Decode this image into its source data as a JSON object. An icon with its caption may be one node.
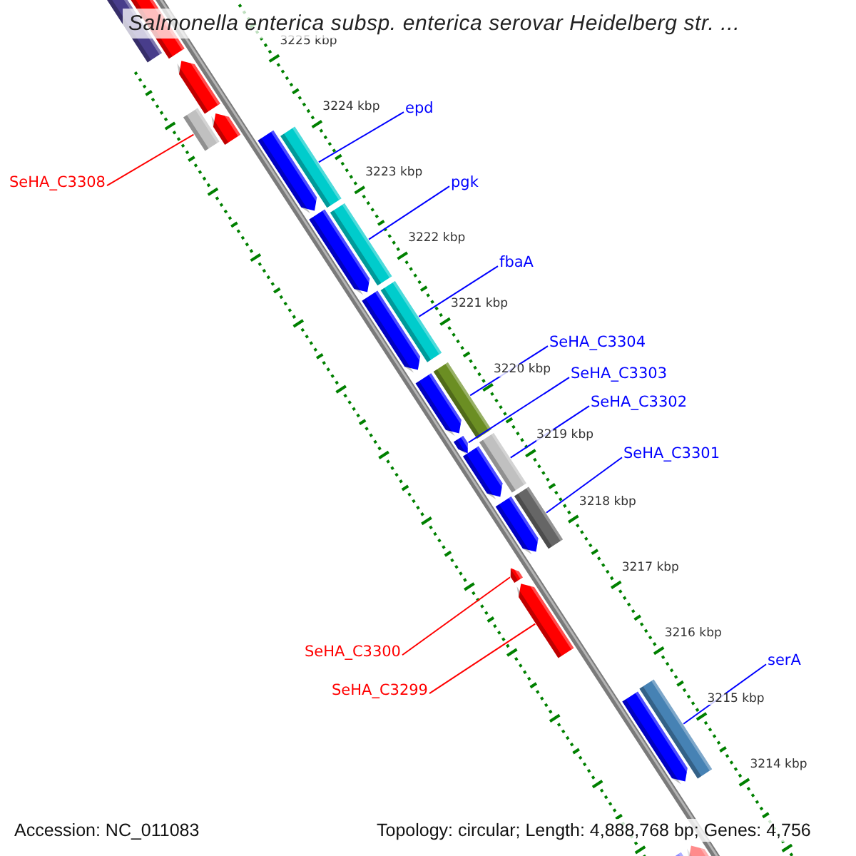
{
  "diagram": {
    "title": "Salmonella enterica subsp. enterica serovar Heidelberg str. ...",
    "nodes": [
      {
        "text": [
          "SeHA_C3308"
        ]
      },
      {
        "text": [
          "epd"
        ]
      },
      {
        "text": [
          "pgk"
        ]
      },
      {
        "text": [
          "fbaA"
        ]
      },
      {
        "text": [
          "SeHA_C3304"
        ]
      },
      {
        "text": [
          "SeHA_C3303"
        ]
      },
      {
        "text": [
          "SeHA_C3302"
        ]
      },
      {
        "text": [
          "SeHA_C3301"
        ]
      },
      {
        "text": [
          "SeHA_C3300"
        ]
      },
      {
        "text": [
          "SeHA_C3299"
        ]
      },
      {
        "text": [
          "serA"
        ]
      },
      {
        "text": [],
        "shape": "box"
      },
      {
        "text": [],
        "shape": "box"
      },
      {
        "text": [],
        "shape": "box"
      },
      {
        "text": [],
        "shape": "box"
      },
      {
        "text": [],
        "shape": "box"
      },
      {
        "text": [],
        "shape": "arrow"
      },
      {
        "text": [],
        "shape": "box"
      },
      {
        "text": [],
        "shape": "box"
      },
      {
        "text": [],
        "shape": "arrow"
      },
      {
        "text": [],
        "shape": "arrow"
      },
      {
        "text": [],
        "shape": "box"
      }
    ],
    "edges": [
      {
        "from": 0,
        "to": 11,
        "arrow": "none",
        "color": "#ff0000"
      },
      {
        "from": 1,
        "to": 12,
        "arrow": "none"
      },
      {
        "from": 2,
        "to": 13,
        "arrow": "none"
      },
      {
        "from": 3,
        "to": 14,
        "arrow": "none"
      },
      {
        "from": 4,
        "to": 15,
        "arrow": "none"
      },
      {
        "from": 5,
        "to": 16,
        "arrow": "none"
      },
      {
        "from": 6,
        "to": 17,
        "arrow": "none"
      },
      {
        "from": 7,
        "to": 18,
        "arrow": "none"
      },
      {
        "from": 8,
        "to": 19,
        "arrow": "none",
        "color": "#ff0000"
      },
      {
        "from": 9,
        "to": 20,
        "arrow": "none",
        "color": "#ff0000"
      },
      {
        "from": 10,
        "to": 21,
        "arrow": "none"
      }
    ],
    "labels": [
      "3225 kbp",
      "3224 kbp",
      "3223 kbp",
      "3222 kbp",
      "3221 kbp",
      "3220 kbp",
      "3219 kbp",
      "3218 kbp",
      "3217 kbp",
      "3216 kbp",
      "3215 kbp",
      "3214 kbp",
      "Accession: NC_011083",
      "Topology: circular; Length: 4,888,768 bp; Genes: 4,756"
    ]
  }
}
